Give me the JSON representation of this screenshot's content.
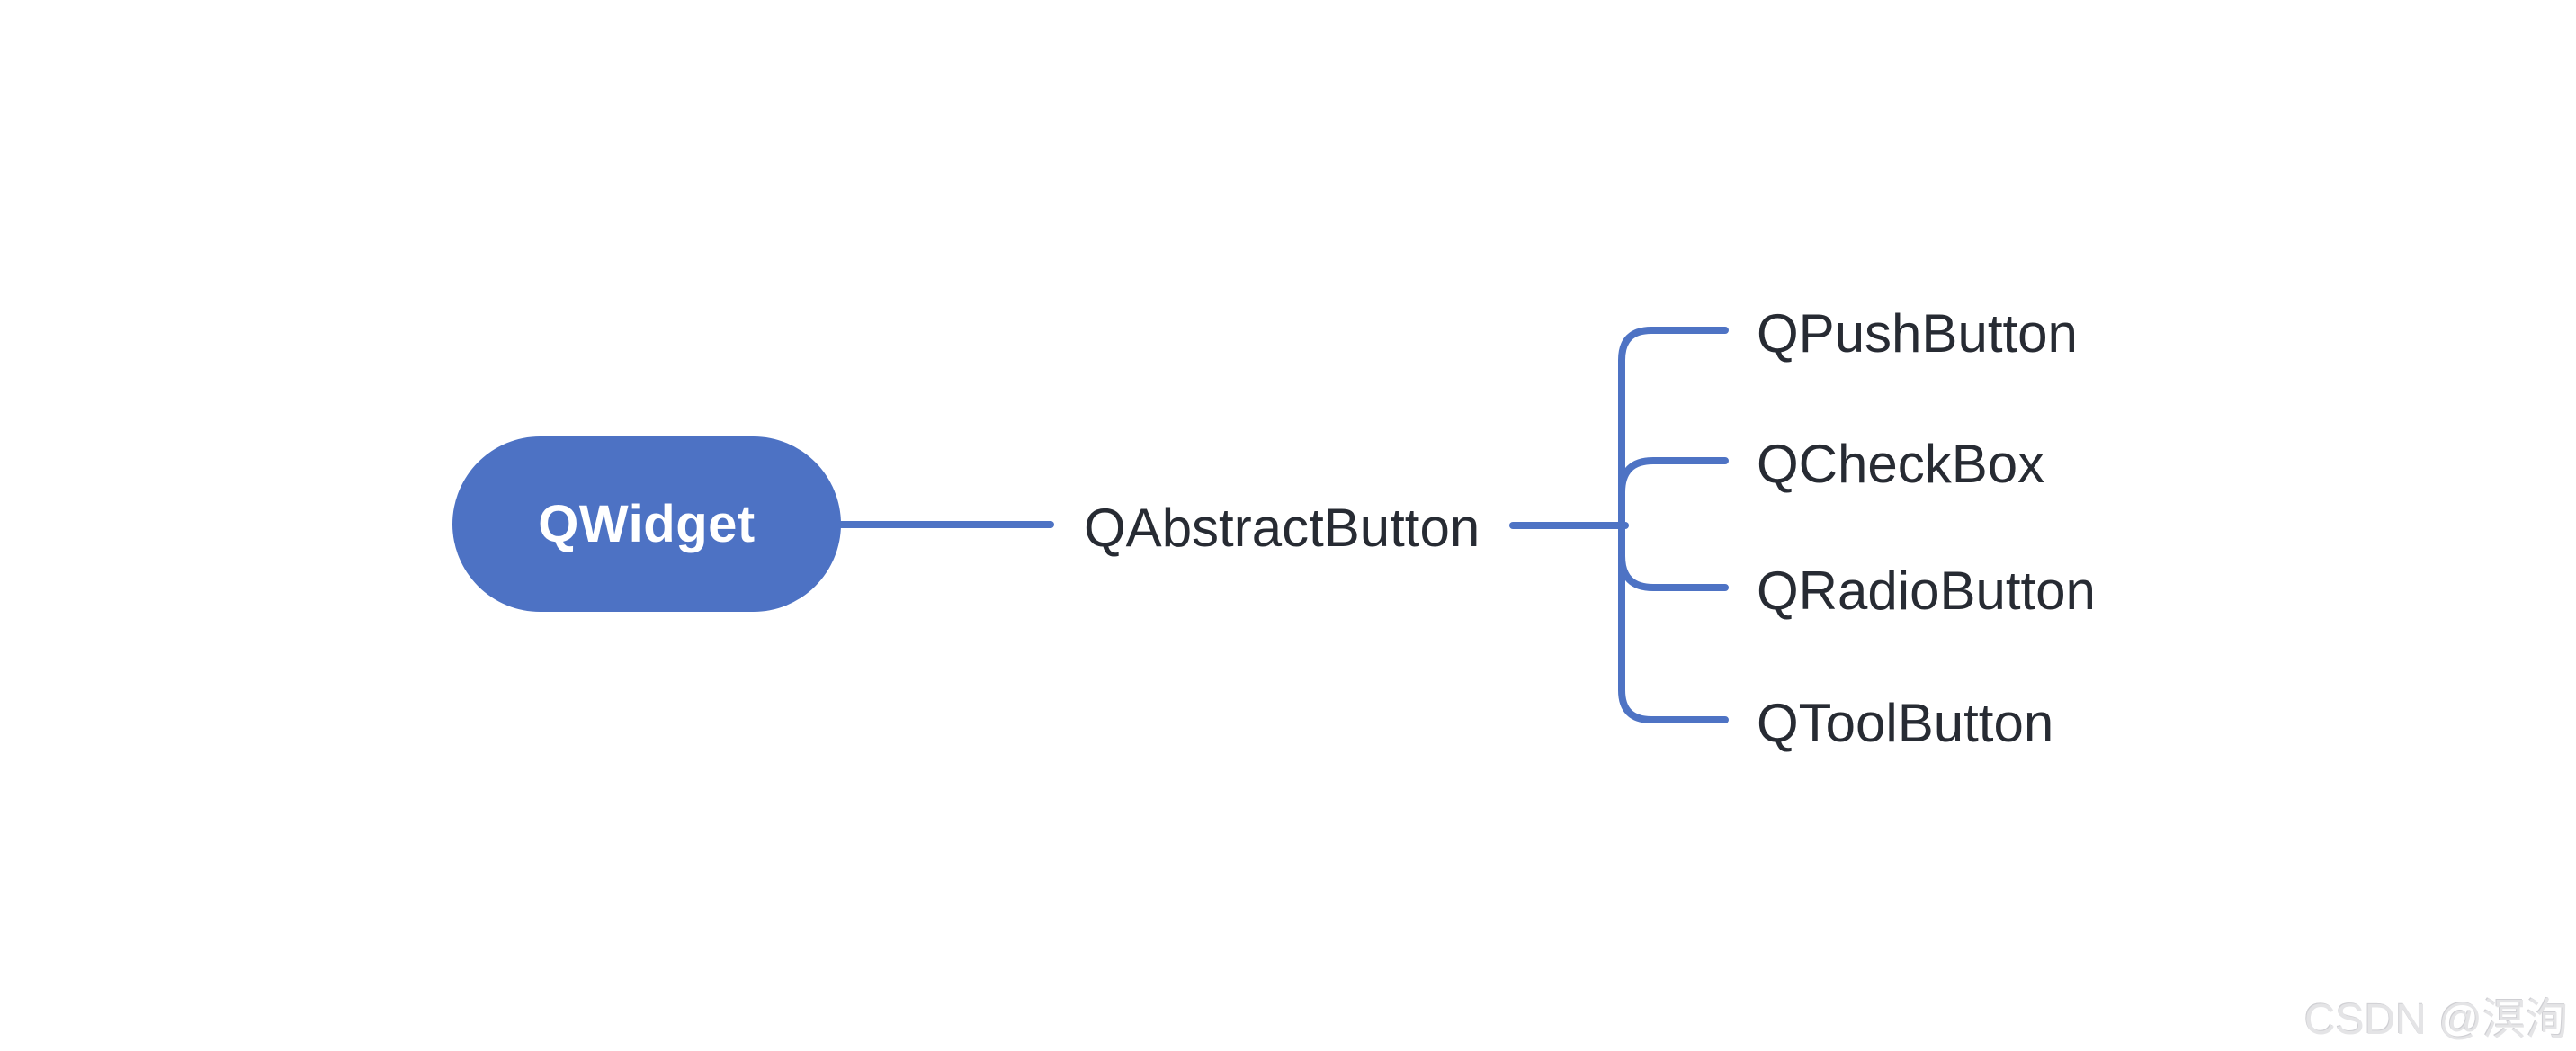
{
  "diagram": {
    "type": "mindmap-hierarchy",
    "root": {
      "label": "QWidget"
    },
    "parent": {
      "label": "QAbstractButton"
    },
    "children": [
      {
        "label": "QPushButton"
      },
      {
        "label": "QCheckBox"
      },
      {
        "label": "QRadioButton"
      },
      {
        "label": "QToolButton"
      }
    ],
    "colors": {
      "background": "#ffffff",
      "node_fill": "#4d72c4",
      "line": "#4e73c4",
      "text": "#272b33",
      "root_text": "#ffffff",
      "watermark": "#e4e4e6"
    }
  },
  "watermark": {
    "text": "CSDN @溟洵"
  }
}
